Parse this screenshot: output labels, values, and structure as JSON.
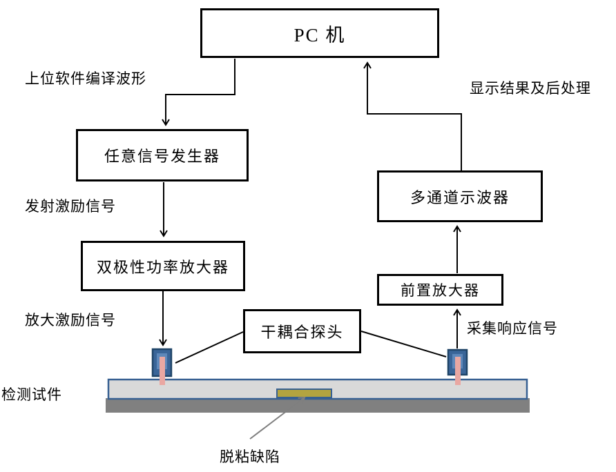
{
  "diagram": {
    "boxes": {
      "pc": "PC 机",
      "signal_generator": "任意信号发生器",
      "power_amplifier": "双极性功率放大器",
      "probe_label": "干耦合探头",
      "oscilloscope": "多通道示波器",
      "preamplifier": "前置放大器"
    },
    "labels": {
      "compile_waveform": "上位软件编译波形",
      "display_results": "显示结果及后处理",
      "transmit_signal": "发射激励信号",
      "amplified_signal": "放大激励信号",
      "acquire_signal": "采集响应信号",
      "specimen": "检测试件",
      "defect": "脱粘缺陷"
    },
    "colors": {
      "line": "#000000",
      "box_border": "#000000",
      "plate_top_fill": "#d9d9d9",
      "plate_border": "#376092",
      "plate_bottom_fill": "#808080",
      "probe_outer_fill": "#3a6598",
      "probe_outer_border": "#1f4467",
      "probe_inner_fill": "#5e88ba",
      "probe_rod": "#e9a7a2",
      "defect_fill": "#b3a440",
      "defect_border": "#376092",
      "defect_arrow": "#7f7f7f"
    }
  }
}
